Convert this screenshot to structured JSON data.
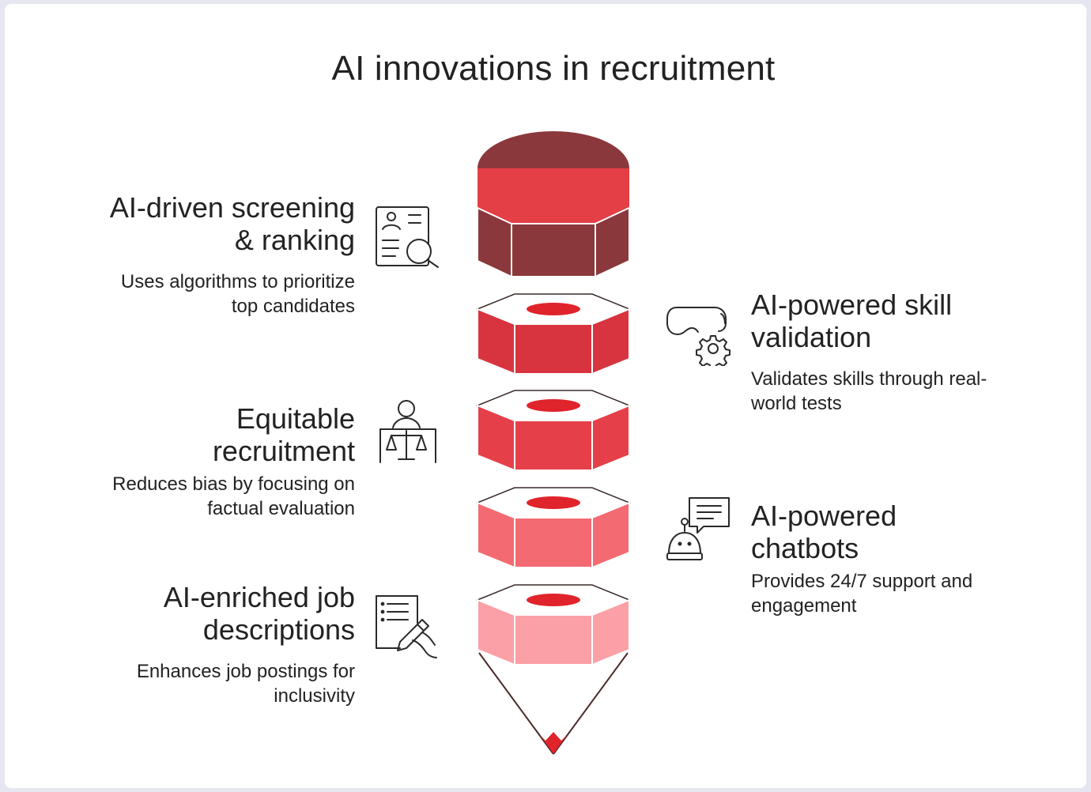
{
  "title": "AI innovations in recruitment",
  "items": [
    {
      "heading_line1": "AI-driven screening",
      "heading_line2": "& ranking",
      "desc_line1": "Uses algorithms to prioritize",
      "desc_line2": "top candidates",
      "icon": "resume-search-icon"
    },
    {
      "heading_line1": "AI-powered skill",
      "heading_line2": "validation",
      "desc_line1": "Validates skills through real-",
      "desc_line2": "world tests",
      "icon": "vr-headset-gear-icon"
    },
    {
      "heading_line1": "Equitable",
      "heading_line2": "recruitment",
      "desc_line1": "Reduces bias by focusing on",
      "desc_line2": "factual evaluation",
      "icon": "person-scales-icon"
    },
    {
      "heading_line1": "AI-powered",
      "heading_line2": "chatbots",
      "desc_line1": "Provides 24/7 support and",
      "desc_line2": "engagement",
      "icon": "chatbot-icon"
    },
    {
      "heading_line1": "AI-enriched job",
      "heading_line2": "descriptions",
      "desc_line1": "Enhances job postings for",
      "desc_line2": "inclusivity",
      "icon": "document-pen-icon"
    }
  ],
  "colors": {
    "cap_top": "#8b383c",
    "cap_band": "#e43e47",
    "segment_1": "#d8343f",
    "segment_2": "#e5404a",
    "segment_3": "#f46a72",
    "segment_4": "#fba0a6",
    "tip_lead": "#e0242c",
    "outline": "#ffffff"
  }
}
